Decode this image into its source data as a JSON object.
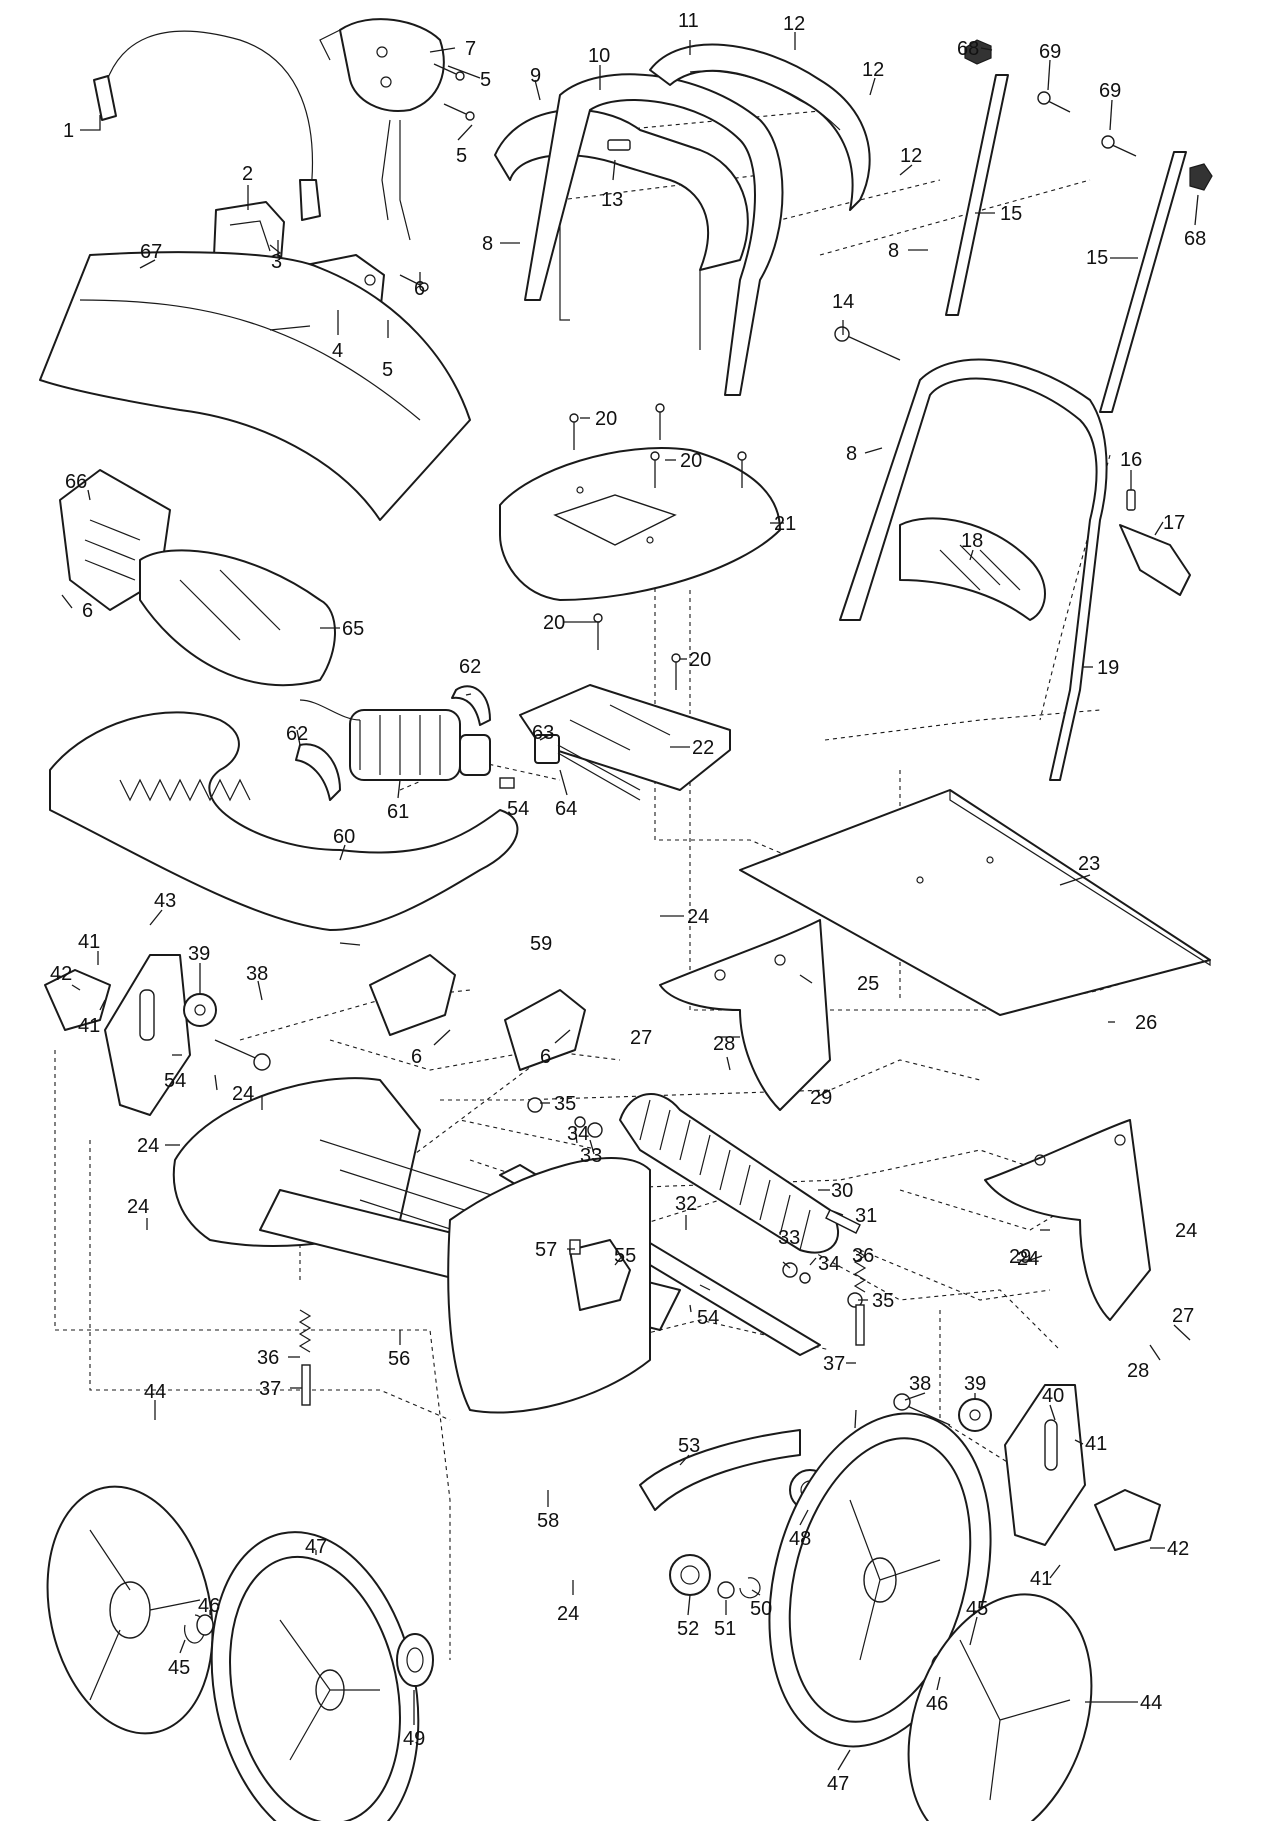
{
  "callouts": [
    {
      "id": "c1",
      "text": "1"
    },
    {
      "id": "c2",
      "text": "2"
    },
    {
      "id": "c3",
      "text": "3"
    },
    {
      "id": "c4",
      "text": "4"
    },
    {
      "id": "c5a",
      "text": "5"
    },
    {
      "id": "c5b",
      "text": "5"
    },
    {
      "id": "c5c",
      "text": "5"
    },
    {
      "id": "c6a",
      "text": "6"
    },
    {
      "id": "c6b",
      "text": "6"
    },
    {
      "id": "c6c",
      "text": "6"
    },
    {
      "id": "c6d",
      "text": "6"
    },
    {
      "id": "c7",
      "text": "7"
    },
    {
      "id": "c8a",
      "text": "8"
    },
    {
      "id": "c8b",
      "text": "8"
    },
    {
      "id": "c8c",
      "text": "8"
    },
    {
      "id": "c9",
      "text": "9"
    },
    {
      "id": "c10",
      "text": "10"
    },
    {
      "id": "c11",
      "text": "11"
    },
    {
      "id": "c12a",
      "text": "12"
    },
    {
      "id": "c12b",
      "text": "12"
    },
    {
      "id": "c12c",
      "text": "12"
    },
    {
      "id": "c13",
      "text": "13"
    },
    {
      "id": "c14",
      "text": "14"
    },
    {
      "id": "c15a",
      "text": "15"
    },
    {
      "id": "c15b",
      "text": "15"
    },
    {
      "id": "c16",
      "text": "16"
    },
    {
      "id": "c17",
      "text": "17"
    },
    {
      "id": "c18",
      "text": "18"
    },
    {
      "id": "c19",
      "text": "19"
    },
    {
      "id": "c20a",
      "text": "20"
    },
    {
      "id": "c20b",
      "text": "20"
    },
    {
      "id": "c20c",
      "text": "20"
    },
    {
      "id": "c20d",
      "text": "20"
    },
    {
      "id": "c21",
      "text": "21"
    },
    {
      "id": "c22",
      "text": "22"
    },
    {
      "id": "c23",
      "text": "23"
    },
    {
      "id": "c24a",
      "text": "24"
    },
    {
      "id": "c24b",
      "text": "24"
    },
    {
      "id": "c24c",
      "text": "24"
    },
    {
      "id": "c24d",
      "text": "24"
    },
    {
      "id": "c24e",
      "text": "24"
    },
    {
      "id": "c24f",
      "text": "24"
    },
    {
      "id": "c24g",
      "text": "24"
    },
    {
      "id": "c25",
      "text": "25"
    },
    {
      "id": "c26",
      "text": "26"
    },
    {
      "id": "c27a",
      "text": "27"
    },
    {
      "id": "c27b",
      "text": "27"
    },
    {
      "id": "c28a",
      "text": "28"
    },
    {
      "id": "c28b",
      "text": "28"
    },
    {
      "id": "c29a",
      "text": "29"
    },
    {
      "id": "c29b",
      "text": "29"
    },
    {
      "id": "c30",
      "text": "30"
    },
    {
      "id": "c31",
      "text": "31"
    },
    {
      "id": "c32",
      "text": "32"
    },
    {
      "id": "c33a",
      "text": "33"
    },
    {
      "id": "c33b",
      "text": "33"
    },
    {
      "id": "c34a",
      "text": "34"
    },
    {
      "id": "c34b",
      "text": "34"
    },
    {
      "id": "c35a",
      "text": "35"
    },
    {
      "id": "c35b",
      "text": "35"
    },
    {
      "id": "c36a",
      "text": "36"
    },
    {
      "id": "c36b",
      "text": "36"
    },
    {
      "id": "c37a",
      "text": "37"
    },
    {
      "id": "c37b",
      "text": "37"
    },
    {
      "id": "c38a",
      "text": "38"
    },
    {
      "id": "c38b",
      "text": "38"
    },
    {
      "id": "c39a",
      "text": "39"
    },
    {
      "id": "c39b",
      "text": "39"
    },
    {
      "id": "c40",
      "text": "40"
    },
    {
      "id": "c41a",
      "text": "41"
    },
    {
      "id": "c41b",
      "text": "41"
    },
    {
      "id": "c41c",
      "text": "41"
    },
    {
      "id": "c41d",
      "text": "41"
    },
    {
      "id": "c42a",
      "text": "42"
    },
    {
      "id": "c42b",
      "text": "42"
    },
    {
      "id": "c43",
      "text": "43"
    },
    {
      "id": "c44a",
      "text": "44"
    },
    {
      "id": "c44b",
      "text": "44"
    },
    {
      "id": "c45a",
      "text": "45"
    },
    {
      "id": "c45b",
      "text": "45"
    },
    {
      "id": "c46a",
      "text": "46"
    },
    {
      "id": "c46b",
      "text": "46"
    },
    {
      "id": "c47a",
      "text": "47"
    },
    {
      "id": "c47b",
      "text": "47"
    },
    {
      "id": "c48",
      "text": "48"
    },
    {
      "id": "c49",
      "text": "49"
    },
    {
      "id": "c50",
      "text": "50"
    },
    {
      "id": "c51",
      "text": "51"
    },
    {
      "id": "c52",
      "text": "52"
    },
    {
      "id": "c53",
      "text": "53"
    },
    {
      "id": "c54a",
      "text": "54"
    },
    {
      "id": "c54b",
      "text": "54"
    },
    {
      "id": "c54c",
      "text": "54"
    },
    {
      "id": "c55",
      "text": "55"
    },
    {
      "id": "c56",
      "text": "56"
    },
    {
      "id": "c57",
      "text": "57"
    },
    {
      "id": "c58",
      "text": "58"
    },
    {
      "id": "c59",
      "text": "59"
    },
    {
      "id": "c60",
      "text": "60"
    },
    {
      "id": "c61",
      "text": "61"
    },
    {
      "id": "c62a",
      "text": "62"
    },
    {
      "id": "c62b",
      "text": "62"
    },
    {
      "id": "c63",
      "text": "63"
    },
    {
      "id": "c64",
      "text": "64"
    },
    {
      "id": "c65",
      "text": "65"
    },
    {
      "id": "c66",
      "text": "66"
    },
    {
      "id": "c67",
      "text": "67"
    },
    {
      "id": "c68a",
      "text": "68"
    },
    {
      "id": "c68b",
      "text": "68"
    },
    {
      "id": "c69a",
      "text": "69"
    },
    {
      "id": "c69b",
      "text": "69"
    }
  ]
}
